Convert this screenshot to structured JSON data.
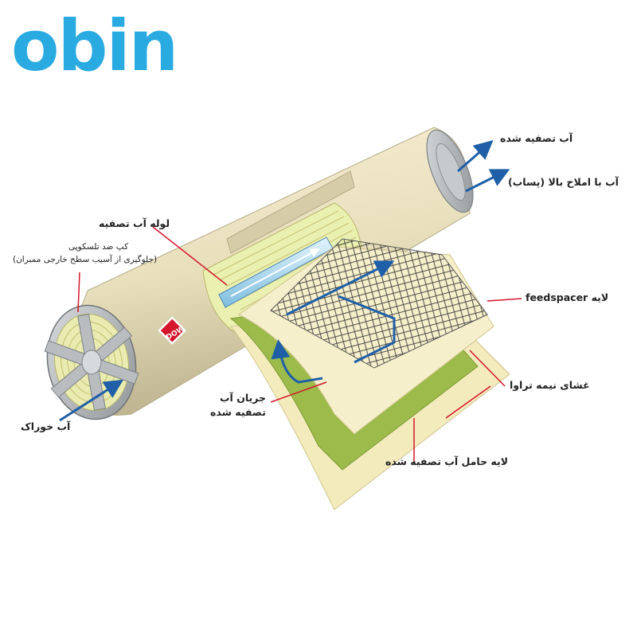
{
  "logo": {
    "text": "obin",
    "color": "#29abe2"
  },
  "labels": {
    "permeate_out": "آب تصفیه شده",
    "concentrate": "آب با املاح بالا (پساب)",
    "permeate_tube": "لوله آب تصفیه",
    "atd_line1": "کپ ضد تلسکوپی",
    "atd_line2": "(جلوگیری از آسیب سطح خارجی ممبران)",
    "feed_spacer": "لایه feedspacer",
    "membrane": "غشای نیمه تراوا",
    "permeate_flow_line1": "جریان آب",
    "permeate_flow_line2": "تصفیه شده",
    "feed_water": "آب خوراک",
    "permeate_carrier": "لایه حامل آب تصفیه شده",
    "brand_badge": "DOW"
  },
  "colors": {
    "shell": "#ece3c2",
    "shell_shade": "#c9bf9c",
    "endcap": "#a9adb0",
    "arrow": "#1f5fa8",
    "membrane_sheet": "#f5ecc0",
    "carrier_layer": "#9cbb4a",
    "badge": "#d4152b"
  }
}
